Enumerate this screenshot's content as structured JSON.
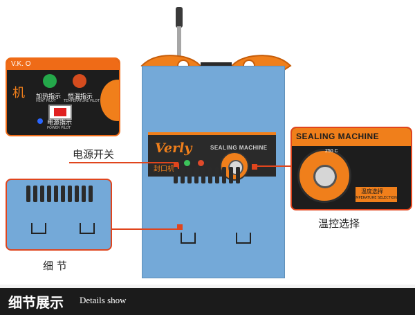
{
  "labels": {
    "power_switch": "电源开关",
    "temp_select": "温控选择",
    "detail": "细 节"
  },
  "machine": {
    "brand": "Verly",
    "title": "SEALING MACHINE",
    "cn_name": "封口机"
  },
  "insets": {
    "left_top": {
      "brand": "V.K. O",
      "heat_cn": "加热指示",
      "heat_en": "HEAT PILOT",
      "temp_cn": "恒温指示",
      "temp_en": "TEMPERATURE PILOT",
      "power_cn": "电源指示",
      "power_en": "POWER PILOT",
      "machine_char": "机"
    },
    "right": {
      "title": "SEALING MACHINE",
      "scale_top": "250 C",
      "select_cn": "温度选择",
      "select_en": "TEMPERATURE SELECTION"
    }
  },
  "footer": {
    "title": "细节展示",
    "subtitle": "Details show"
  },
  "colors": {
    "accent_orange": "#f07f1b",
    "machine_blue": "#74a9d8",
    "callout_red": "#e0451d",
    "panel_dark": "#1d1d1d"
  }
}
